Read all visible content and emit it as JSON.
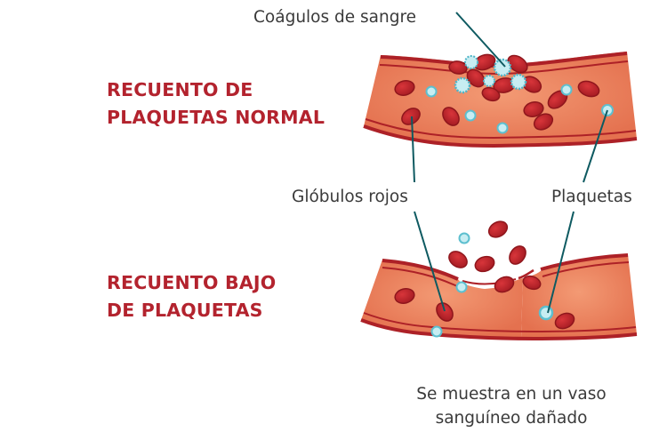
{
  "labels": {
    "clots": "Coágulos de sangre",
    "red_cells": "Glóbulos rojos",
    "platelets": "Plaquetas"
  },
  "headings": {
    "normal": [
      "RECUENTO DE",
      "PLAQUETAS NORMAL"
    ],
    "low": [
      "RECUENTO BAJO",
      "DE PLAQUETAS"
    ]
  },
  "caption": [
    "Se muestra en un vaso",
    "sanguíneo dañado"
  ],
  "colors": {
    "heading": "#b3232e",
    "vessel_body": "#e9805e",
    "vessel_wall": "#ad2127",
    "red_cell": "#c0272d",
    "platelet": "#8fd3df",
    "leader_line": "#0e5a61"
  }
}
